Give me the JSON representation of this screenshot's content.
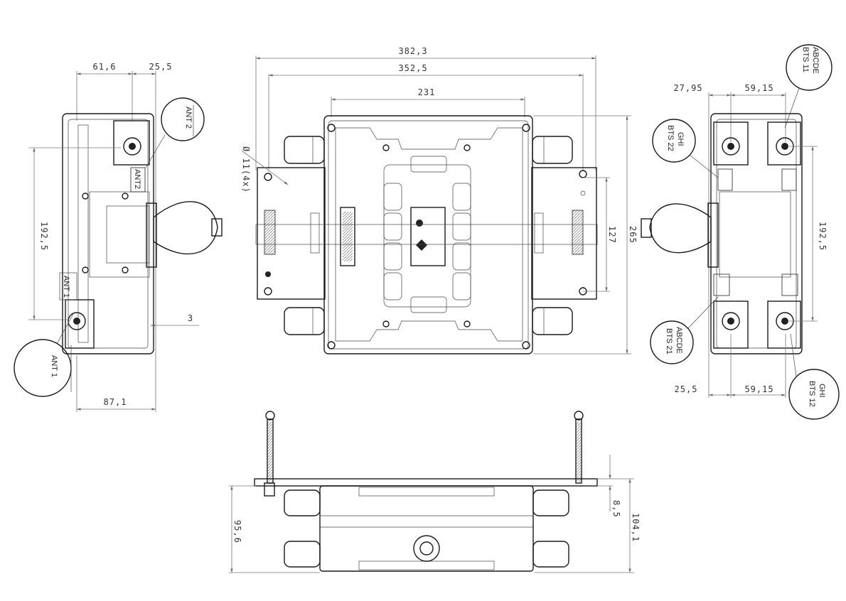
{
  "dimensions": {
    "d382": "382,3",
    "d352": "352,5",
    "d231": "231",
    "dphi": "Ø 11(4x)",
    "d127": "127",
    "d265": "265",
    "d61": "61,6",
    "d25a": "25,5",
    "d192a": "192,5",
    "d3": "3",
    "d87": "87,1",
    "d27": "27,95",
    "d59a": "59,15",
    "d192b": "192,5",
    "d25b": "25,5",
    "d59b": "59,15",
    "d95": "95,6",
    "d85": "8,5",
    "d104": "104,1"
  },
  "callouts": {
    "ant2": "ANT 2",
    "ant1": "ANT 1",
    "ant2_small": "ANT2",
    "ant1_small": "ANT 1",
    "bts11_a": "ABCDE",
    "bts11_b": "BTS 11",
    "bts22_a": "GHI",
    "bts22_b": "BTS 22",
    "bts21_a": "ABCDE",
    "bts21_b": "BTS 21",
    "bts12_a": "GHI",
    "bts12_b": "BTS 12"
  }
}
